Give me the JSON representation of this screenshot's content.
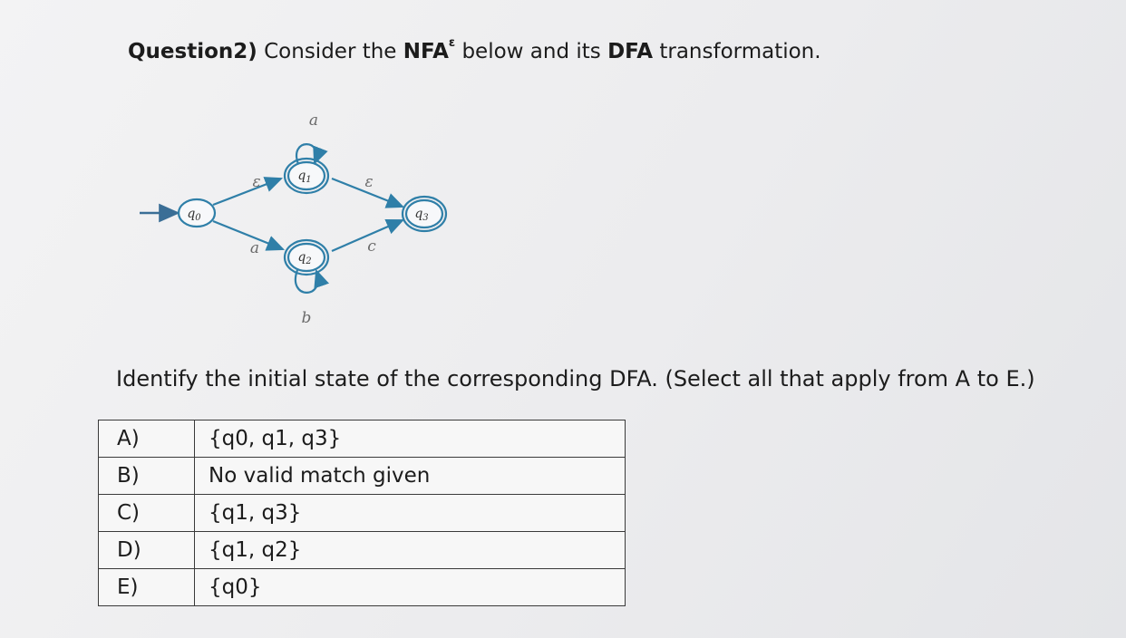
{
  "question": {
    "label": "Question2)",
    "text_before": " Consider the ",
    "nfa": "NFA",
    "epsilon_sup": "ε",
    "text_middle": " below and its ",
    "dfa": "DFA",
    "text_after": " transformation."
  },
  "diagram": {
    "states": {
      "q0": {
        "name": "q",
        "sub": "0"
      },
      "q1": {
        "name": "q",
        "sub": "1"
      },
      "q2": {
        "name": "q",
        "sub": "2"
      },
      "q3": {
        "name": "q",
        "sub": "3"
      }
    },
    "transitions": {
      "q0_q1": "ε",
      "q1_q3": "ε",
      "q0_q2": "a",
      "q2_q3": "c",
      "q1_loop": "a",
      "q2_loop": "b"
    },
    "colors": {
      "edge": "#2f7fa8",
      "start": "#3a6e96"
    }
  },
  "instruction": "Identify the initial state of the corresponding DFA. (Select all that apply from A to E.)",
  "options": [
    {
      "letter": "A)",
      "text": "{q0, q1, q3}"
    },
    {
      "letter": "B)",
      "text": "No valid match given"
    },
    {
      "letter": "C)",
      "text": "{q1, q3}"
    },
    {
      "letter": "D)",
      "text": "{q1, q2}"
    },
    {
      "letter": "E)",
      "text": "{q0}"
    }
  ]
}
